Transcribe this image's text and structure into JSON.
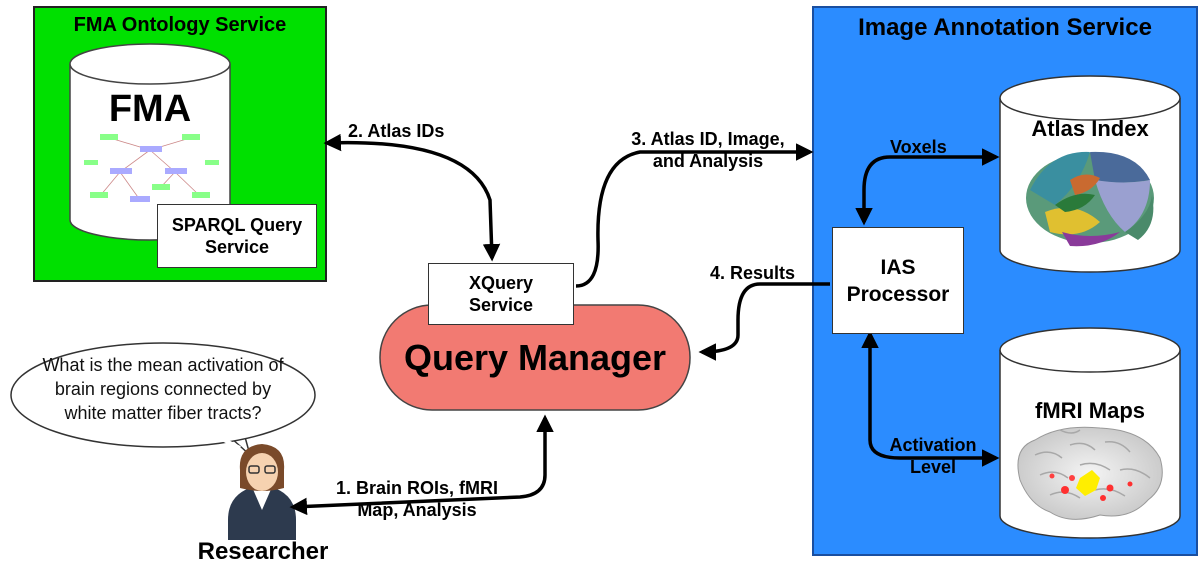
{
  "fma_service": {
    "title": "FMA Ontology Service",
    "db_label": "FMA",
    "sparql_label": "SPARQL Query\nService"
  },
  "ias_service": {
    "title": "Image Annotation Service",
    "atlas_index_label": "Atlas Index",
    "fmri_maps_label": "fMRI Maps",
    "processor_label": "IAS\nProcessor"
  },
  "xquery_label": "XQuery\nService",
  "query_manager_label": "Query Manager",
  "speech_bubble": "What is the mean activation of\nbrain regions connected by\nwhite matter fiber tracts?",
  "researcher_label": "Researcher",
  "edges": {
    "step1": "1. Brain ROIs, fMRI\nMap, Analysis",
    "step2": "2. Atlas IDs",
    "step3": "3. Atlas ID, Image,\nand Analysis",
    "step4": "4. Results",
    "voxels": "Voxels",
    "activation": "Activation\nLevel"
  },
  "colors": {
    "fma_green": "#00e000",
    "ias_blue": "#2b8cff",
    "query_manager_red": "#f27a72"
  }
}
